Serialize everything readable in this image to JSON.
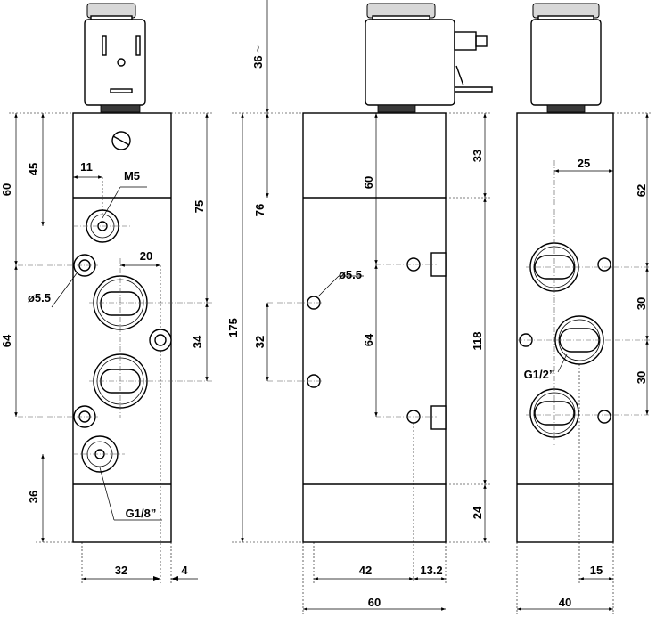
{
  "front_view": {
    "dims": {
      "d60_left": "60",
      "d45": "45",
      "d11": "11",
      "m5": "M5",
      "d75": "75",
      "d20": "20",
      "d5_5": "ø5.5",
      "d64_left": "64",
      "d34": "34",
      "d36_bottom": "36",
      "g1_8": "G1/8”",
      "d32_width": "32",
      "d4": "4"
    }
  },
  "side_view": {
    "dims": {
      "d36_top": "36 ~",
      "d76": "76",
      "d175": "175",
      "d32": "32",
      "d60_mid": "60",
      "d5_5": "ø5.5",
      "d64_mid": "64",
      "d33": "33",
      "d118": "118",
      "d24": "24",
      "d42": "42",
      "d13_2": "13.2",
      "d60_width": "60"
    }
  },
  "end_view": {
    "dims": {
      "d25": "25",
      "d62": "62",
      "d30_a": "30",
      "d30_b": "30",
      "g1_2": "G1/2”",
      "d15": "15",
      "d40_width": "40"
    }
  }
}
